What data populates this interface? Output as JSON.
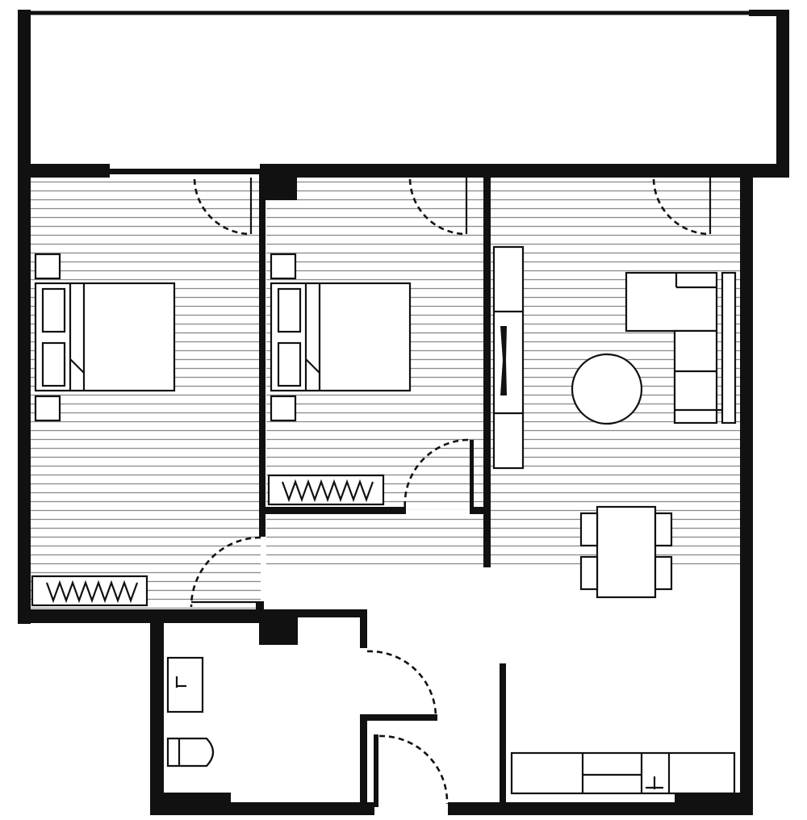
{
  "colors": {
    "wall": "#111111",
    "floor_hatch": "#8a8a8a",
    "background": "#ffffff"
  },
  "rooms": [
    {
      "id": "balcony",
      "label": ""
    },
    {
      "id": "bedroom-1",
      "label": ""
    },
    {
      "id": "bedroom-2",
      "label": ""
    },
    {
      "id": "living-dining",
      "label": ""
    },
    {
      "id": "hallway",
      "label": ""
    },
    {
      "id": "bathroom",
      "label": ""
    },
    {
      "id": "laundry",
      "label": ""
    },
    {
      "id": "kitchen",
      "label": ""
    }
  ]
}
